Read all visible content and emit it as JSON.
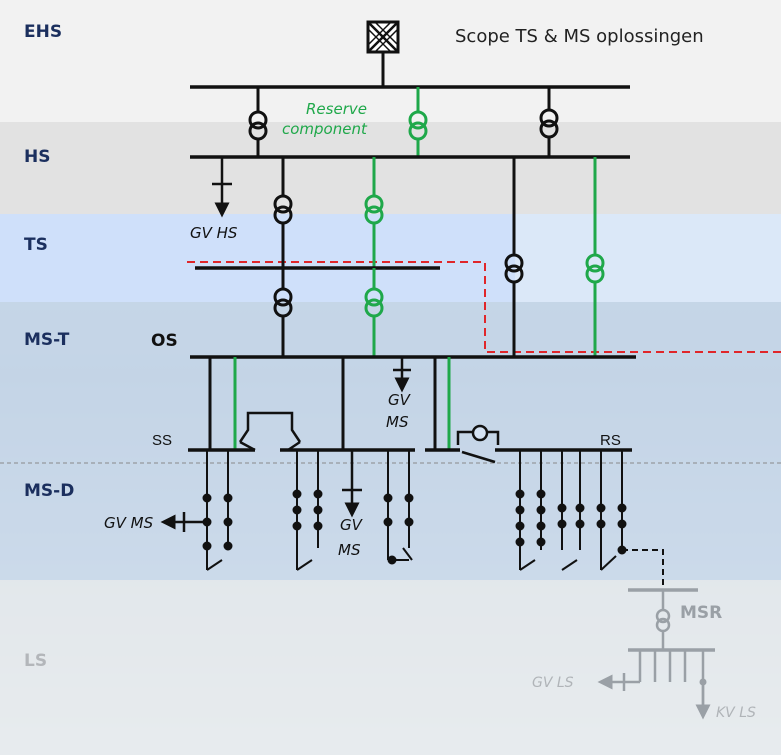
{
  "title": "Scope TS & MS oplossingen",
  "levels": {
    "ehs": "EHS",
    "hs": "HS",
    "ts": "TS",
    "mst": "MS-T",
    "msd": "MS-D",
    "ls": "LS"
  },
  "labels": {
    "reserve_line1": "Reserve",
    "reserve_line2": "component",
    "gv_hs": "GV HS",
    "os": "OS",
    "ss": "SS",
    "rs": "RS",
    "gv_ms_mid_1": "GV",
    "gv_ms_mid_2": "MS",
    "gv_ms_left": "GV MS",
    "gv_ms_low_1": "GV",
    "gv_ms_low_2": "MS",
    "msr": "MSR",
    "gv_ls": "GV LS",
    "kv_ls": "KV LS"
  },
  "colors": {
    "reserve": "#1fa84a",
    "scope_boundary": "#e0262a",
    "level_text": "#1b2f5e",
    "ls_gray": "#9aa0a6",
    "band_ehs": "#f2f2f2",
    "band_hs": "#e2e2e2",
    "band_ts": "#cfe0fa",
    "band_ts_right": "#deeaf9",
    "band_ms": "#d4e2f2"
  },
  "icons": [
    "grid-connection-icon",
    "transformer-icon",
    "coupler-switch-icon",
    "breaker-icon",
    "load-arrow-icon"
  ]
}
